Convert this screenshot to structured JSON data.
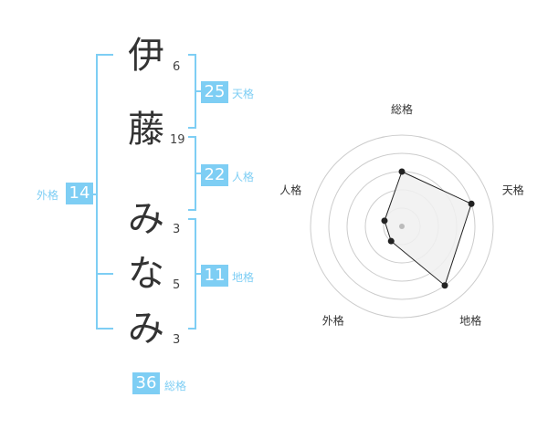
{
  "name": {
    "characters": [
      {
        "char": "伊",
        "strokes": "6"
      },
      {
        "char": "藤",
        "strokes": "19"
      },
      {
        "char": "み",
        "strokes": "3"
      },
      {
        "char": "な",
        "strokes": "5"
      },
      {
        "char": "み",
        "strokes": "3"
      }
    ]
  },
  "fortune": {
    "tenkaku": {
      "label": "天格",
      "value": "25"
    },
    "jinkaku": {
      "label": "人格",
      "value": "22"
    },
    "chikaku": {
      "label": "地格",
      "value": "11"
    },
    "gaikaku": {
      "label": "外格",
      "value": "14"
    },
    "soukaku": {
      "label": "総格",
      "value": "36"
    }
  },
  "colors": {
    "accent": "#7ecef4",
    "text": "#333333",
    "radar_grid": "#cccccc",
    "radar_fill": "#f0f0f0",
    "radar_line": "#222222"
  },
  "chart_data": {
    "type": "radar",
    "axes": [
      "総格",
      "天格",
      "地格",
      "外格",
      "人格"
    ],
    "values": [
      3,
      4,
      4,
      1,
      1
    ],
    "scale": [
      0,
      5
    ],
    "rings": 5
  }
}
